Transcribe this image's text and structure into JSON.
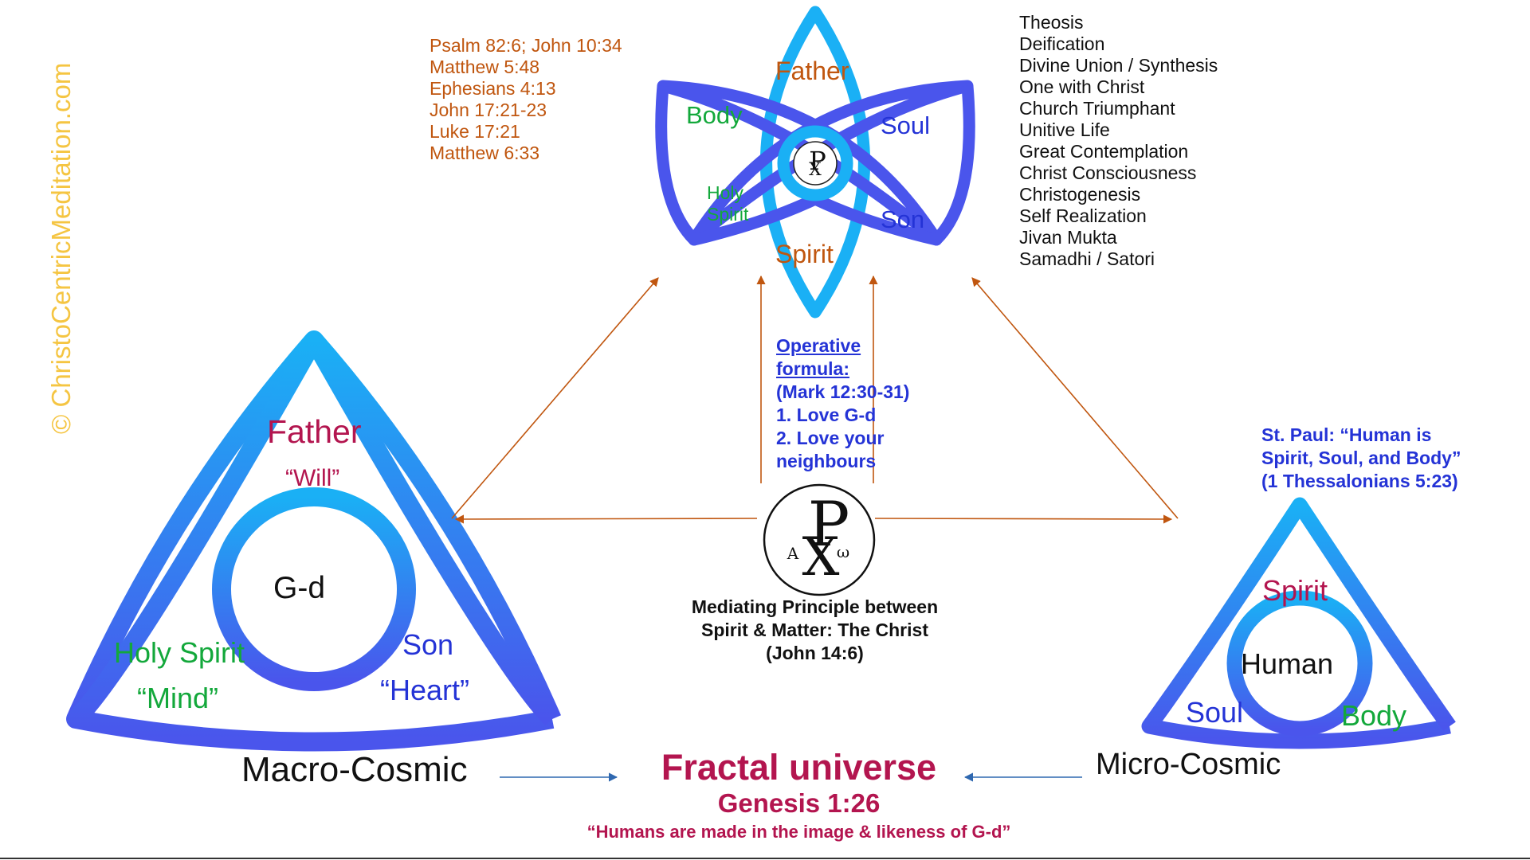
{
  "watermark": "© ChristoCentricMeditation.com",
  "colors": {
    "knot_light": "#1ab0f5",
    "knot_dark": "#4a55ec",
    "arrow_orange": "#c0560f",
    "arrow_blue": "#2f68b0",
    "crimson": "#b3154f",
    "green": "#13a83b",
    "blue": "#2433d6",
    "rust": "#c0560f"
  },
  "scripture_refs": [
    "Psalm 82:6; John 10:34",
    "Matthew 5:48",
    "Ephesians 4:13",
    "John 17:21-23",
    "Luke 17:21",
    "Matthew 6:33"
  ],
  "unity_star": {
    "father": "Father",
    "body": "Body",
    "soul": "Soul",
    "holy": "Holy",
    "spirit_small": "Spirit",
    "son": "Son",
    "spirit": "Spirit"
  },
  "union_terms": [
    "Theosis",
    "Deification",
    "Divine Union / Synthesis",
    "One with Christ",
    "Church Triumphant",
    "Unitive Life",
    "Great Contemplation",
    "Christ Consciousness",
    "Christogenesis",
    "Self Realization",
    "Jivan Mukta",
    "Samadhi / Satori"
  ],
  "formula": {
    "title_1": "Operative ",
    "title_2": "formula:",
    "ref": "(Mark 12:30-31)",
    "item_1": "1. Love G-d",
    "item_2": "2. Love your",
    "item_3": "neighbours"
  },
  "chi_rho": {
    "rho": "P",
    "chi": "X",
    "alpha": "A",
    "omega": "ω"
  },
  "mediating": {
    "line_1": "Mediating Principle between",
    "line_2": "Spirit & Matter: The Christ",
    "line_3": "(John 14:6)"
  },
  "paul": {
    "line_1": "St. Paul: “Human is",
    "line_2": "Spirit, Soul, and Body”",
    "line_3": "(1 Thessalonians 5:23)"
  },
  "macro": {
    "father": "Father",
    "will": "“Will”",
    "center": "G-d",
    "holy_spirit": "Holy Spirit",
    "mind": "“Mind”",
    "son": "Son",
    "heart": "“Heart”",
    "caption": "Macro-Cosmic"
  },
  "micro": {
    "spirit": "Spirit",
    "center": "Human",
    "soul": "Soul",
    "body": "Body",
    "caption": "Micro-Cosmic"
  },
  "fractal": {
    "title": "Fractal universe",
    "ref": "Genesis 1:26",
    "quote": "“Humans are made in the image & likeness of G-d”"
  }
}
